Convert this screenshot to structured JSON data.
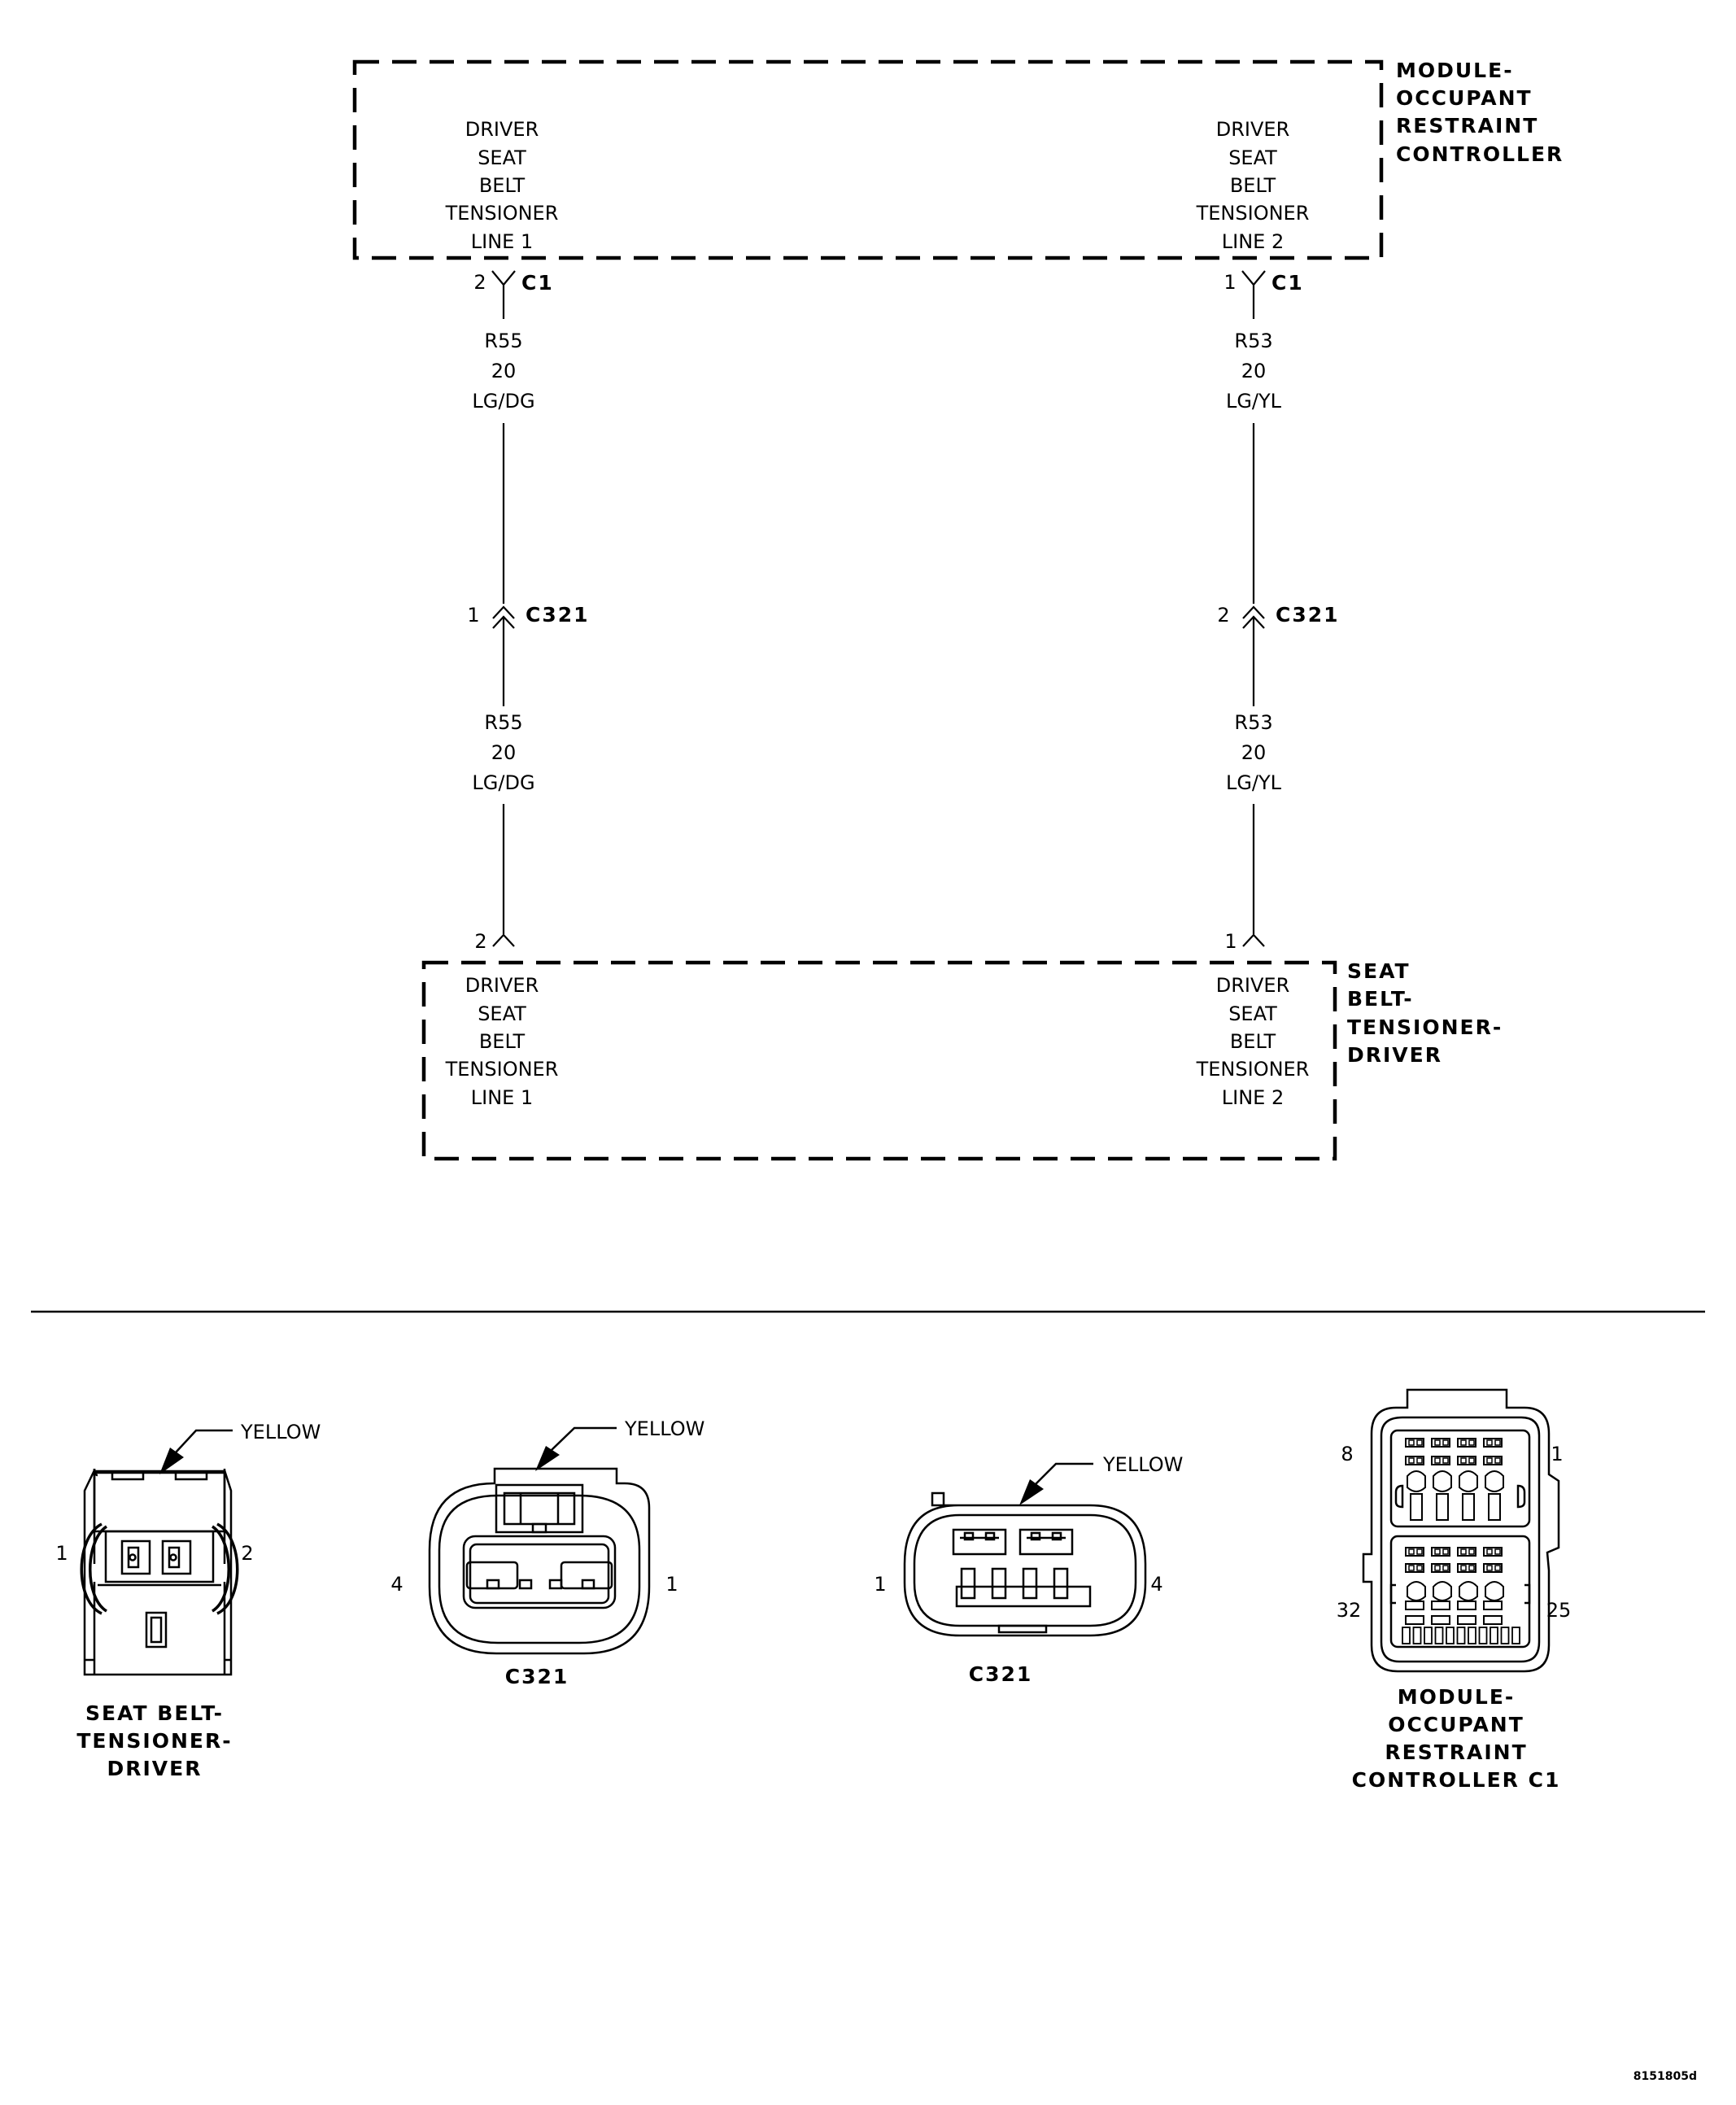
{
  "module_top": {
    "title_lines": [
      "MODULE-",
      "OCCUPANT",
      "RESTRAINT",
      "CONTROLLER"
    ],
    "left_circuit_lines": [
      "DRIVER",
      "SEAT",
      "BELT",
      "TENSIONER",
      "LINE 1"
    ],
    "right_circuit_lines": [
      "DRIVER",
      "SEAT",
      "BELT",
      "TENSIONER",
      "LINE 2"
    ]
  },
  "module_bottom": {
    "title_lines": [
      "SEAT",
      "BELT-",
      "TENSIONER-",
      "DRIVER"
    ],
    "left_circuit_lines": [
      "DRIVER",
      "SEAT",
      "BELT",
      "TENSIONER",
      "LINE 1"
    ],
    "right_circuit_lines": [
      "DRIVER",
      "SEAT",
      "BELT",
      "TENSIONER",
      "LINE 2"
    ]
  },
  "left_wire": {
    "top_pin": "2",
    "top_connector": "C1",
    "upper_code": [
      "R55",
      "20",
      "LG/DG"
    ],
    "mid_pin": "1",
    "mid_connector": "C321",
    "lower_code": [
      "R55",
      "20",
      "LG/DG"
    ],
    "bottom_pin": "2"
  },
  "right_wire": {
    "top_pin": "1",
    "top_connector": "C1",
    "upper_code": [
      "R53",
      "20",
      "LG/YL"
    ],
    "mid_pin": "2",
    "mid_connector": "C321",
    "lower_code": [
      "R53",
      "20",
      "LG/YL"
    ],
    "bottom_pin": "1"
  },
  "connector_views": [
    {
      "id": "seat-belt-tensioner",
      "color_label": "YELLOW",
      "pin_left": "1",
      "pin_right": "2",
      "name_lines": [
        "SEAT BELT-",
        "TENSIONER-",
        "DRIVER"
      ]
    },
    {
      "id": "c321-a",
      "color_label": "YELLOW",
      "pin_left": "4",
      "pin_right": "1",
      "name_lines": [
        "C321"
      ]
    },
    {
      "id": "c321-b",
      "color_label": "YELLOW",
      "pin_left": "1",
      "pin_right": "4",
      "name_lines": [
        "C321"
      ]
    },
    {
      "id": "orc-c1",
      "pin_top_left": "8",
      "pin_top_right": "1",
      "pin_bottom_left": "32",
      "pin_bottom_right": "25",
      "name_lines": [
        "MODULE-",
        "OCCUPANT",
        "RESTRAINT",
        "CONTROLLER C1"
      ]
    }
  ],
  "figure_id": "8151805d"
}
